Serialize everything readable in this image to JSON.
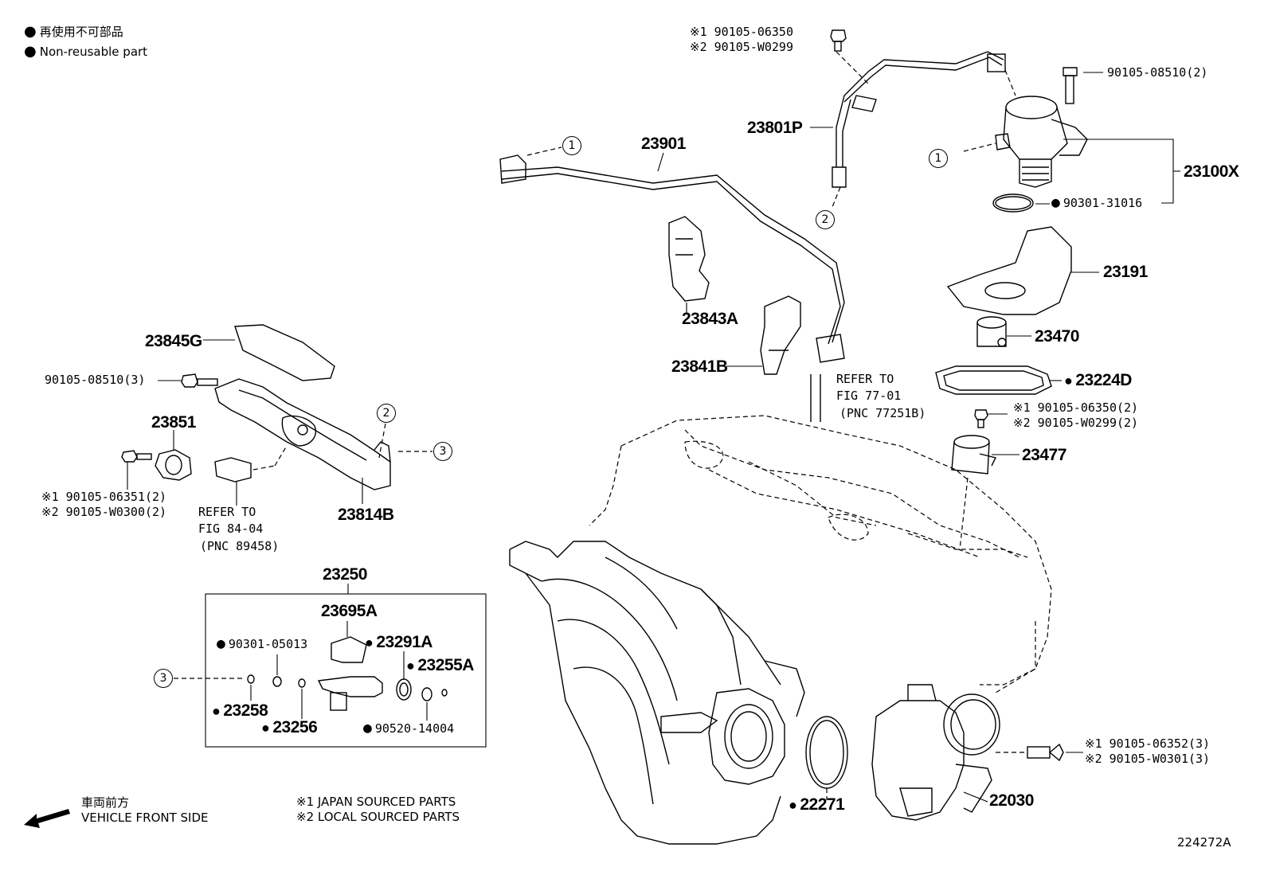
{
  "legend": {
    "non_reusable_ja": "再使用不可部品",
    "non_reusable_en": "Non-reusable part"
  },
  "footer": {
    "front_ja": "車両前方",
    "front_en": "VEHICLE FRONT SIDE",
    "note1": "※1  JAPAN SOURCED PARTS",
    "note2": "※2  LOCAL SOURCED PARTS",
    "figure_id": "224272A"
  },
  "callouts": {
    "c1": "1",
    "c2": "2",
    "c3": "3"
  },
  "parts": {
    "p23901": "23901",
    "p23801P": "23801P",
    "p90105_06350_top_1": "※1  90105-06350",
    "p90105_W0299_top_2": "※2  90105-W0299",
    "p90105_08510_2": "90105-08510(2)",
    "p23100X": "23100X",
    "p90301_31016": "90301-31016",
    "p23191": "23191",
    "p23843A": "23843A",
    "p23841B": "23841B",
    "refer_77_1": "REFER TO",
    "refer_77_2": "FIG 77-01",
    "refer_77_3": "(PNC 77251B)",
    "p23470": "23470",
    "p23224D": "23224D",
    "p90105_06350_2_1": "※1  90105-06350(2)",
    "p90105_W0299_2_2": "※2  90105-W0299(2)",
    "p23477": "23477",
    "p23845G": "23845G",
    "p90105_08510_3": "90105-08510(3)",
    "p23851": "23851",
    "p90105_06351": "※1  90105-06351(2)",
    "p90105_W0300": "※2  90105-W0300(2)",
    "refer_84_1": "REFER TO",
    "refer_84_2": "FIG 84-04",
    "refer_84_3": "(PNC 89458)",
    "p23814B": "23814B",
    "p23250": "23250",
    "p23695A": "23695A",
    "p90301_05013": "90301-05013",
    "p23291A": "23291A",
    "p23255A": "23255A",
    "p23258": "23258",
    "p23256": "23256",
    "p90520_14004": "90520-14004",
    "p90105_06352": "※1  90105-06352(3)",
    "p90105_W0301": "※2  90105-W0301(3)",
    "p22271": "22271",
    "p22030": "22030"
  }
}
